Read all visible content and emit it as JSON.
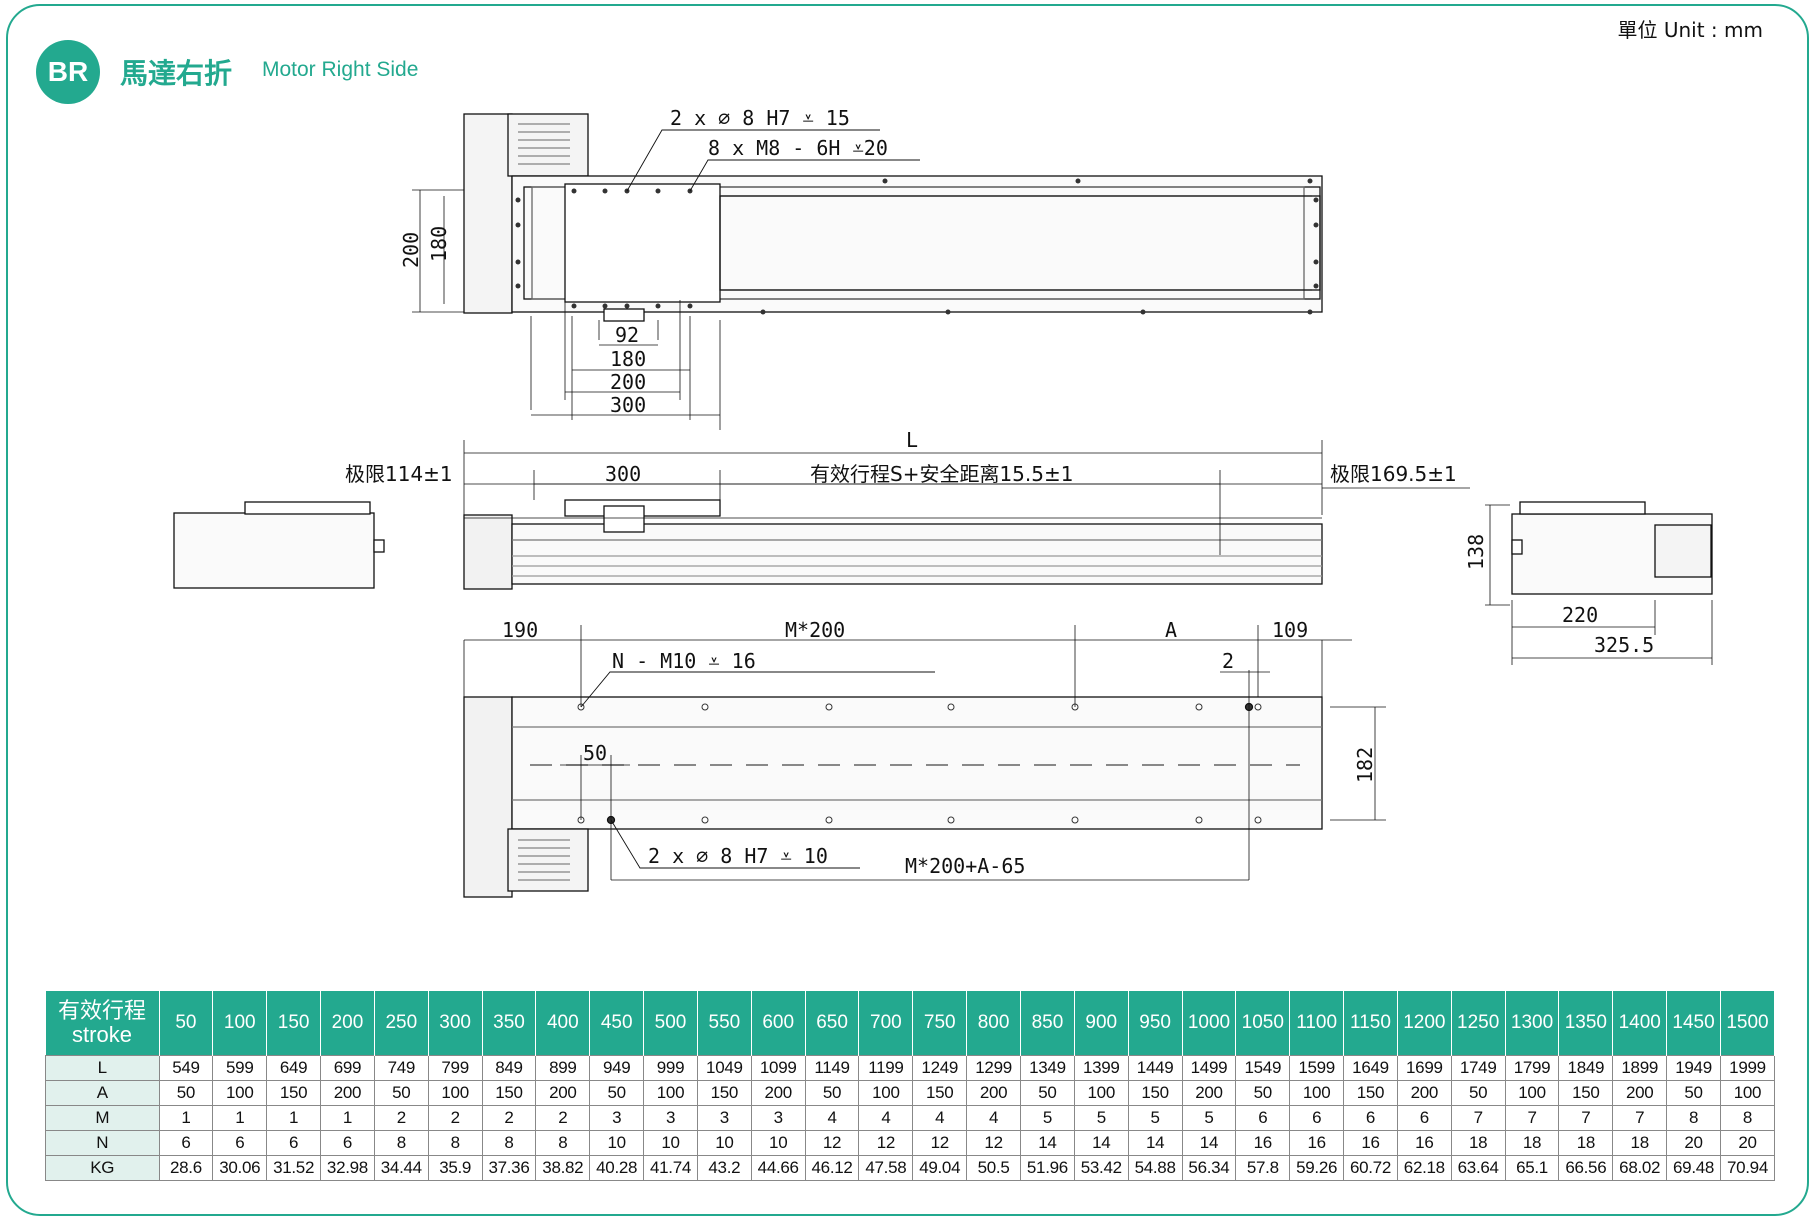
{
  "header": {
    "badge": "BR",
    "title_cn": "馬達右折",
    "title_en": "Motor Right Side",
    "unit": "單位 Unit : mm"
  },
  "colors": {
    "accent": "#23a98f",
    "row_header_bg": "#e1f1ed"
  },
  "drawing": {
    "top_view": {
      "hole_note_1": "2 x ∅ 8 H7 ⩡ 15",
      "hole_note_2": "8 x  M8 - 6H ⩡20",
      "dim_200": "200",
      "dim_180": "180",
      "dim_92": "92",
      "dim_180b": "180",
      "dim_200b": "200",
      "dim_300": "300"
    },
    "side_view": {
      "dim_L": "L",
      "limit_left": "极限114±1",
      "dim_300": "300",
      "stroke_label": "有效行程S+安全距离15.5±1",
      "limit_right": "极限169.5±1"
    },
    "end_view": {
      "dim_138": "138",
      "dim_220": "220",
      "dim_325_5": "325.5"
    },
    "bottom_view": {
      "dim_190": "190",
      "dim_M200": "M*200",
      "dim_A": "A",
      "dim_109": "109",
      "dim_2": "2",
      "hole_note_N": "N - M10 ⩡ 16",
      "dim_50": "50",
      "dim_182": "182",
      "hole_note_pin": "2 x ∅ 8 H7 ⩡ 10",
      "dim_M200A": "M*200+A-65"
    }
  },
  "table": {
    "header_label_1": "有效行程",
    "header_label_2": "stroke",
    "strokes": [
      "50",
      "100",
      "150",
      "200",
      "250",
      "300",
      "350",
      "400",
      "450",
      "500",
      "550",
      "600",
      "650",
      "700",
      "750",
      "800",
      "850",
      "900",
      "950",
      "1000",
      "1050",
      "1100",
      "1150",
      "1200",
      "1250",
      "1300",
      "1350",
      "1400",
      "1450",
      "1500"
    ],
    "rows": [
      {
        "label": "L",
        "values": [
          "549",
          "599",
          "649",
          "699",
          "749",
          "799",
          "849",
          "899",
          "949",
          "999",
          "1049",
          "1099",
          "1149",
          "1199",
          "1249",
          "1299",
          "1349",
          "1399",
          "1449",
          "1499",
          "1549",
          "1599",
          "1649",
          "1699",
          "1749",
          "1799",
          "1849",
          "1899",
          "1949",
          "1999"
        ]
      },
      {
        "label": "A",
        "values": [
          "50",
          "100",
          "150",
          "200",
          "50",
          "100",
          "150",
          "200",
          "50",
          "100",
          "150",
          "200",
          "50",
          "100",
          "150",
          "200",
          "50",
          "100",
          "150",
          "200",
          "50",
          "100",
          "150",
          "200",
          "50",
          "100",
          "150",
          "200",
          "50",
          "100"
        ]
      },
      {
        "label": "M",
        "values": [
          "1",
          "1",
          "1",
          "1",
          "2",
          "2",
          "2",
          "2",
          "3",
          "3",
          "3",
          "3",
          "4",
          "4",
          "4",
          "4",
          "5",
          "5",
          "5",
          "5",
          "6",
          "6",
          "6",
          "6",
          "7",
          "7",
          "7",
          "7",
          "8",
          "8"
        ]
      },
      {
        "label": "N",
        "values": [
          "6",
          "6",
          "6",
          "6",
          "8",
          "8",
          "8",
          "8",
          "10",
          "10",
          "10",
          "10",
          "12",
          "12",
          "12",
          "12",
          "14",
          "14",
          "14",
          "14",
          "16",
          "16",
          "16",
          "16",
          "18",
          "18",
          "18",
          "18",
          "20",
          "20"
        ]
      },
      {
        "label": "KG",
        "values": [
          "28.6",
          "30.06",
          "31.52",
          "32.98",
          "34.44",
          "35.9",
          "37.36",
          "38.82",
          "40.28",
          "41.74",
          "43.2",
          "44.66",
          "46.12",
          "47.58",
          "49.04",
          "50.5",
          "51.96",
          "53.42",
          "54.88",
          "56.34",
          "57.8",
          "59.26",
          "60.72",
          "62.18",
          "63.64",
          "65.1",
          "66.56",
          "68.02",
          "69.48",
          "70.94"
        ]
      }
    ]
  }
}
